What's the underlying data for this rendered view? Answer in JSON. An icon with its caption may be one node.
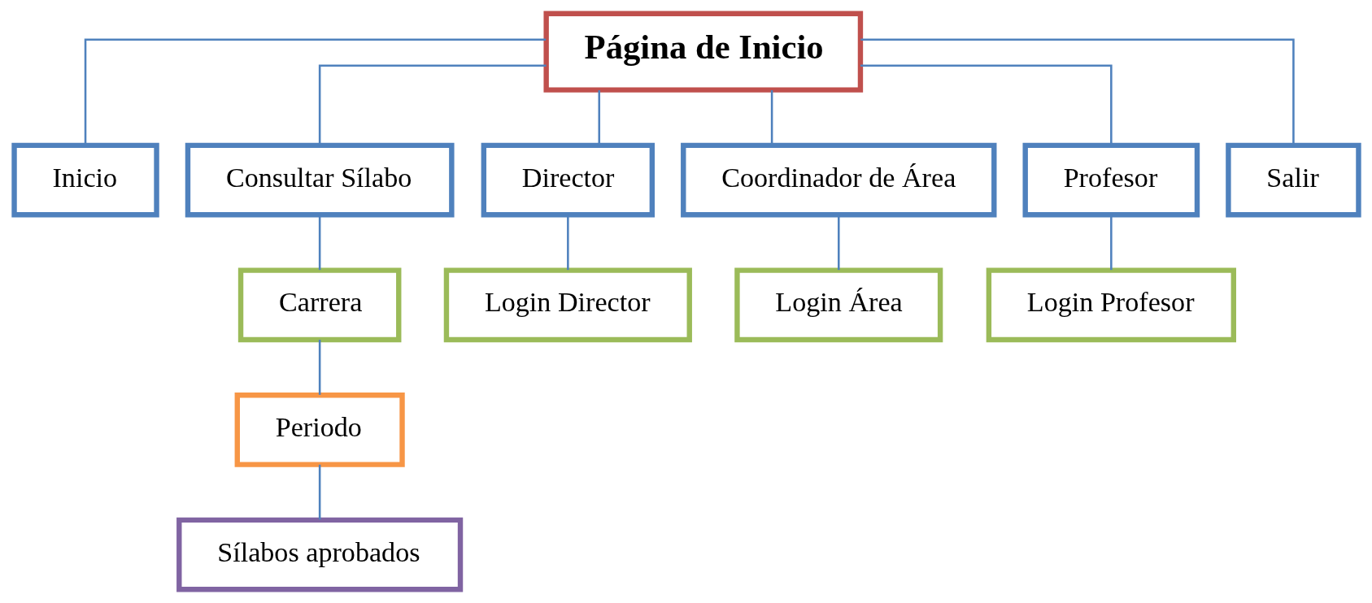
{
  "diagram": {
    "nodes": [
      {
        "text": [
          "Página de Inicio"
        ]
      },
      {
        "text": [
          "Inicio"
        ]
      },
      {
        "text": [
          "Consultar Sílabo"
        ]
      },
      {
        "text": [
          "Director"
        ]
      },
      {
        "text": [
          "Coordinador de Área"
        ]
      },
      {
        "text": [
          "Profesor"
        ]
      },
      {
        "text": [
          "Salir"
        ]
      },
      {
        "text": [
          "Carrera"
        ]
      },
      {
        "text": [
          "Login Director"
        ]
      },
      {
        "text": [
          "Login Área"
        ]
      },
      {
        "text": [
          "Login Profesor"
        ]
      },
      {
        "text": [
          "Periodo"
        ]
      },
      {
        "text": [
          "Sílabos aprobados"
        ]
      }
    ],
    "edges": [
      {
        "from": 0,
        "to": 1,
        "arrow": "none"
      },
      {
        "from": 0,
        "to": 2,
        "arrow": "none"
      },
      {
        "from": 0,
        "to": 3,
        "arrow": "none"
      },
      {
        "from": 0,
        "to": 4,
        "arrow": "none"
      },
      {
        "from": 0,
        "to": 5,
        "arrow": "none"
      },
      {
        "from": 0,
        "to": 6,
        "arrow": "none"
      },
      {
        "from": 2,
        "to": 7,
        "arrow": "none"
      },
      {
        "from": 3,
        "to": 8,
        "arrow": "none"
      },
      {
        "from": 4,
        "to": 9,
        "arrow": "none"
      },
      {
        "from": 5,
        "to": 10,
        "arrow": "none"
      },
      {
        "from": 7,
        "to": 11,
        "arrow": "none"
      },
      {
        "from": 11,
        "to": 12,
        "arrow": "none"
      }
    ]
  }
}
